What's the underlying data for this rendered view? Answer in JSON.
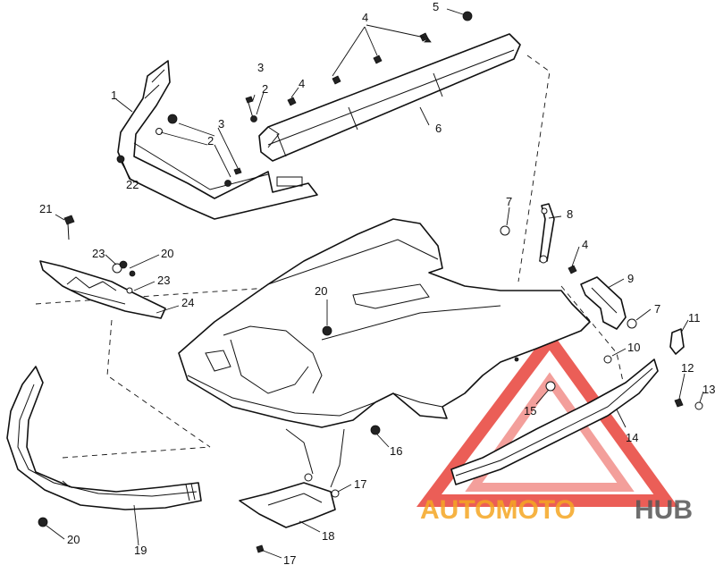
{
  "labels": {
    "p1": "1",
    "p2a": "2",
    "p2b": "2",
    "p3a": "3",
    "p3b": "3",
    "p4a": "4",
    "p4b": "4",
    "p4c": "4",
    "p5": "5",
    "p6": "6",
    "p7a": "7",
    "p7b": "7",
    "p8": "8",
    "p9": "9",
    "p10": "10",
    "p11": "11",
    "p12": "12",
    "p13": "13",
    "p14": "14",
    "p15": "15",
    "p16": "16",
    "p17a": "17",
    "p17b": "17",
    "p18": "18",
    "p19": "19",
    "p20a": "20",
    "p20b": "20",
    "p20c": "20",
    "p21": "21",
    "p22": "22",
    "p23a": "23",
    "p23b": "23",
    "p24": "24"
  },
  "watermark": {
    "part1": "AUTOMOTO",
    "part2": "HUB",
    "color_accent": "#f5a623",
    "color_logo": "#e8433a",
    "color_hub": "#555555"
  }
}
